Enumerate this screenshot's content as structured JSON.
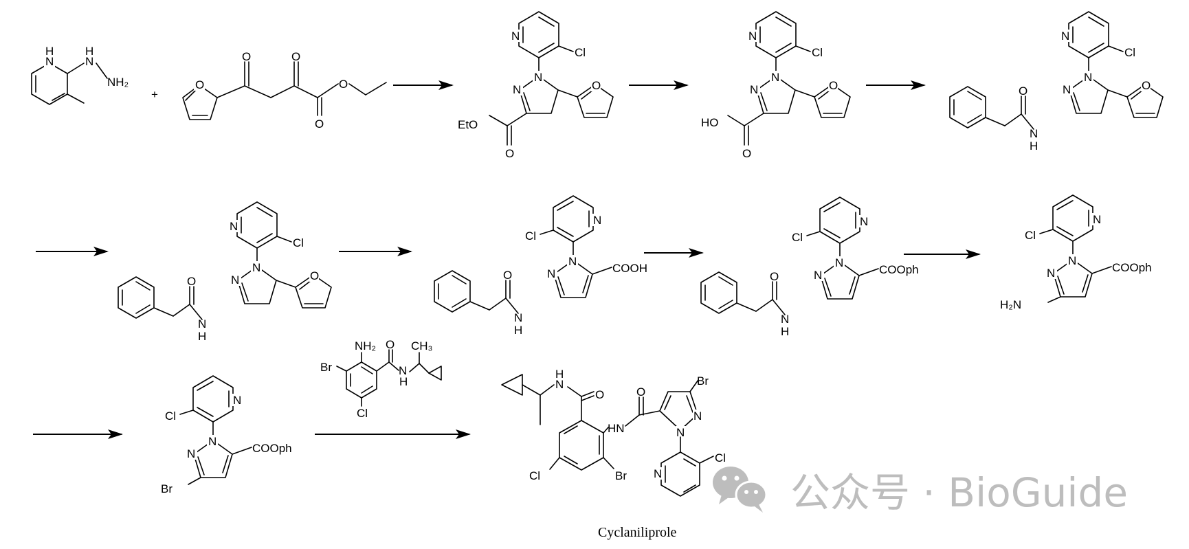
{
  "reaction": {
    "plus_sign": "+",
    "product_name": "Cyclaniliprole"
  },
  "labels": {
    "N": "N",
    "H": "H",
    "HN": "HN",
    "NH": "NH",
    "NH2": "NH₂",
    "H2N": "H₂N",
    "O": "O",
    "Cl": "Cl",
    "Br": "Br",
    "CH3": "CH₃",
    "EtO": "EtO",
    "HO": "HO",
    "COOH": "COOH",
    "COOph": "COOph"
  },
  "watermark": {
    "icon": "wechat-icon",
    "text": "公众号 · BioGuide",
    "color": "#bdbdbd"
  }
}
